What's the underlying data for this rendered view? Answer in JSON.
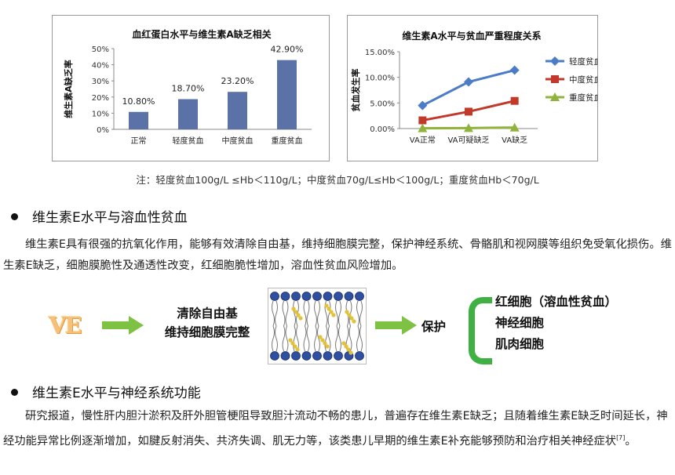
{
  "chart_data": [
    {
      "type": "bar",
      "title": "血红蛋白水平与维生素A缺乏相关",
      "ylabel": "维生素A缺乏率",
      "categories": [
        "正常",
        "轻度贫血",
        "中度贫血",
        "重度贫血"
      ],
      "values": [
        10.8,
        18.7,
        23.2,
        42.9
      ],
      "data_labels": [
        "10.80%",
        "18.70%",
        "23.20%",
        "42.90%"
      ],
      "yticks": [
        "0%",
        "10%",
        "20%",
        "30%",
        "40%",
        "50%"
      ],
      "ylim": [
        0,
        50
      ],
      "color": "#5a72a8"
    },
    {
      "type": "line",
      "title": "维生素A水平与贫血严重程度关系",
      "ylabel": "贫血发生率",
      "categories": [
        "VA正常",
        "VA可疑缺乏",
        "VA缺乏"
      ],
      "yticks": [
        "0.00%",
        "5.00%",
        "10.00%",
        "15.00%"
      ],
      "ylim": [
        0,
        15
      ],
      "legend": "right",
      "series": [
        {
          "name": "轻度贫血",
          "values": [
            4.5,
            9.1,
            11.4
          ],
          "color": "#4a7cc7",
          "marker": "diamond"
        },
        {
          "name": "中度贫血",
          "values": [
            1.6,
            3.3,
            5.4
          ],
          "color": "#c0392b",
          "marker": "square"
        },
        {
          "name": "重度贫血",
          "values": [
            0.05,
            0.1,
            0.2
          ],
          "color": "#8fb33b",
          "marker": "triangle"
        }
      ]
    }
  ],
  "note": "注：轻度贫血100g/L ≤Hb＜110g/L；中度贫血70g/L≤Hb＜100g/L；重度贫血Hb＜70g/L",
  "section1": {
    "heading": "维生素E水平与溶血性贫血",
    "paragraph": "维生素E具有很强的抗氧化作用，能够有效清除自由基，维持细胞膜完整，保护神经系统、骨骼肌和视网膜等组织免受氧化损伤。维生素E缺乏，细胞膜脆性及通透性改变，红细胞脆性增加，溶血性贫血风险增加。"
  },
  "diagram": {
    "logo_text": "VE",
    "mid_line1": "清除自由基",
    "mid_line2": "维持细胞膜完整",
    "protect": "保护",
    "targets": [
      "红细胞（溶血性贫血）",
      "神经细胞",
      "肌肉细胞"
    ],
    "arrow_color": "#7dc242"
  },
  "section2": {
    "heading": "维生素E水平与神经系统功能",
    "paragraph": "研究报道，慢性肝内胆汁淤积及肝外胆管梗阻导致胆汁流动不畅的患儿，普遍存在维生素E缺乏；且随着维生素E缺乏时间延长，神经功能异常比例逐渐增加，如腱反射消失、共济失调、肌无力等，该类患儿早期的维生素E补充能够预防和治疗相关神经症状",
    "citation": "[7]",
    "end": "。"
  }
}
